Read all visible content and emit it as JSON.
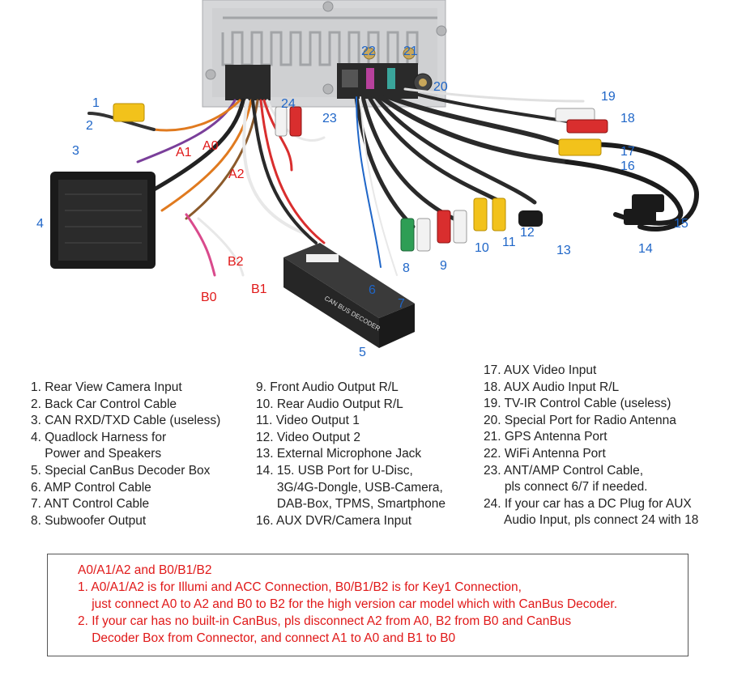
{
  "callouts": {
    "c1": "1",
    "c2": "2",
    "c3": "3",
    "c4": "4",
    "c5": "5",
    "c6": "6",
    "c7": "7",
    "c8": "8",
    "c9": "9",
    "c10": "10",
    "c11": "11",
    "c12": "12",
    "c13": "13",
    "c14": "14",
    "c15": "15",
    "c16": "16",
    "c17": "17",
    "c18": "18",
    "c19": "19",
    "c20": "20",
    "c21": "21",
    "c22": "22",
    "c23": "23",
    "c24": "24",
    "a0": "A0",
    "a1": "A1",
    "a2": "A2",
    "b0": "B0",
    "b1": "B1",
    "b2": "B2"
  },
  "decoder_label": "CAN BUS DECODER",
  "legend": {
    "col1": [
      "1. Rear View Camera Input",
      "2. Back Car Control Cable",
      "3. CAN RXD/TXD Cable (useless)",
      "4. Quadlock Harness for",
      "    Power and Speakers",
      "5. Special CanBus Decoder Box",
      "6. AMP Control Cable",
      "7. ANT Control Cable",
      "8. Subwoofer Output"
    ],
    "col2": [
      "9. Front Audio Output R/L",
      "10. Rear Audio Output R/L",
      "11. Video Output 1",
      "12. Video Output 2",
      "13. External Microphone Jack",
      "14. 15. USB Port for U-Disc,",
      "      3G/4G-Dongle, USB-Camera,",
      "      DAB-Box, TPMS, Smartphone",
      "16. AUX DVR/Camera Input"
    ],
    "col3": [
      "17. AUX Video Input",
      "18. AUX Audio Input R/L",
      "19. TV-IR Control Cable (useless)",
      "20. Special Port for Radio Antenna",
      "21. GPS Antenna Port",
      "22. WiFi Antenna Port",
      "23. ANT/AMP Control Cable,",
      "      pls connect 6/7 if needed.",
      "24. If your car has a DC Plug for AUX",
      "      Audio Input, pls connect 24 with 18"
    ]
  },
  "note": {
    "title": "A0/A1/A2 and B0/B1/B2",
    "lines": [
      "1. A0/A1/A2 is for Illumi and ACC Connection, B0/B1/B2 is for Key1 Connection,",
      "    just connect A0 to A2 and B0 to B2 for the high version car model which with CanBus Decoder.",
      "2. If your car has no built-in CanBus, pls disconnect A2 from A0, B2 from B0 and CanBus",
      "    Decoder Box from Connector, and connect A1 to A0 and B1 to B0"
    ]
  },
  "colors": {
    "callout_blue": "#1f66c8",
    "callout_red": "#e01818",
    "note_text": "#e01818",
    "legend_text": "#222222"
  }
}
